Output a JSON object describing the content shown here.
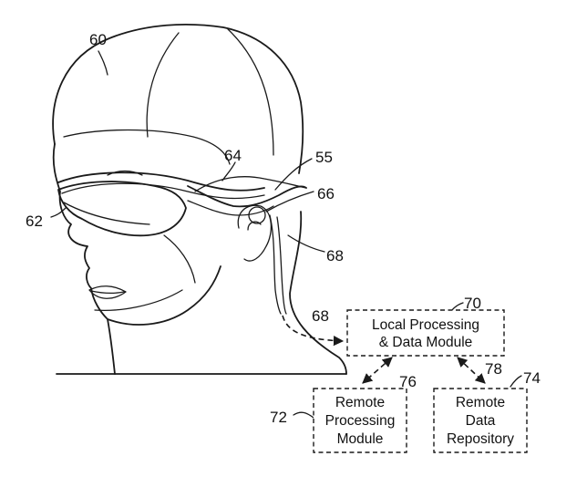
{
  "reference_numerals": {
    "head": "60",
    "lens": "62",
    "frame": "64",
    "display_connection": "55",
    "speaker": "66",
    "cable": "68",
    "link": "68",
    "local_module_ref": "70",
    "remote_processing_ref": "72",
    "remote_repository_ref": "74",
    "link_76": "76",
    "link_78": "78"
  },
  "modules": {
    "local": {
      "line1": "Local Processing",
      "line2": "& Data Module"
    },
    "remote_processing": {
      "line1": "Remote",
      "line2": "Processing",
      "line3": "Module"
    },
    "remote_repository": {
      "line1": "Remote",
      "line2": "Data",
      "line3": "Repository"
    }
  }
}
